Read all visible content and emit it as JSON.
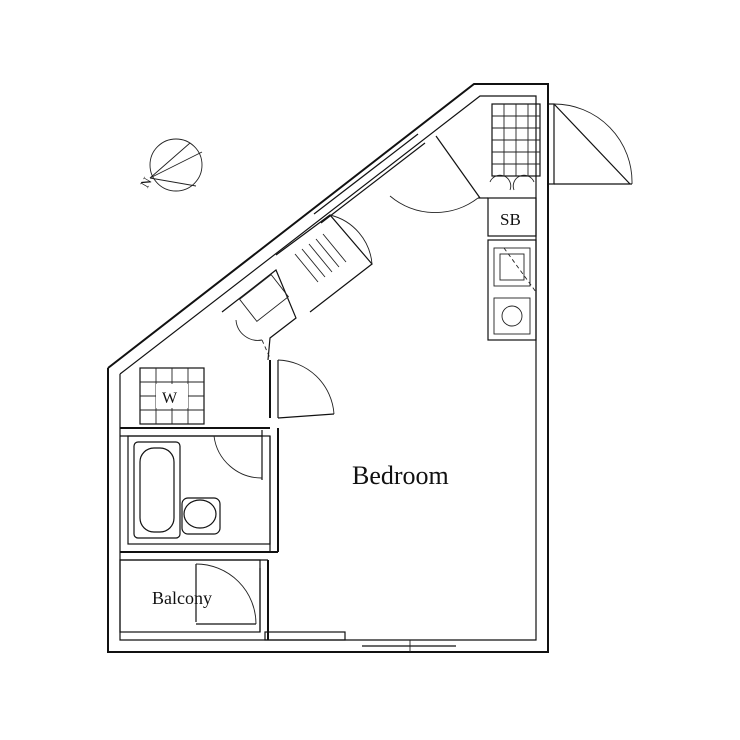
{
  "labels": {
    "bedroom": "Bedroom",
    "balcony": "Balcony",
    "sb": "SB",
    "washer": "W",
    "north": "N"
  },
  "colors": {
    "line": "#111111",
    "background": "#ffffff"
  }
}
